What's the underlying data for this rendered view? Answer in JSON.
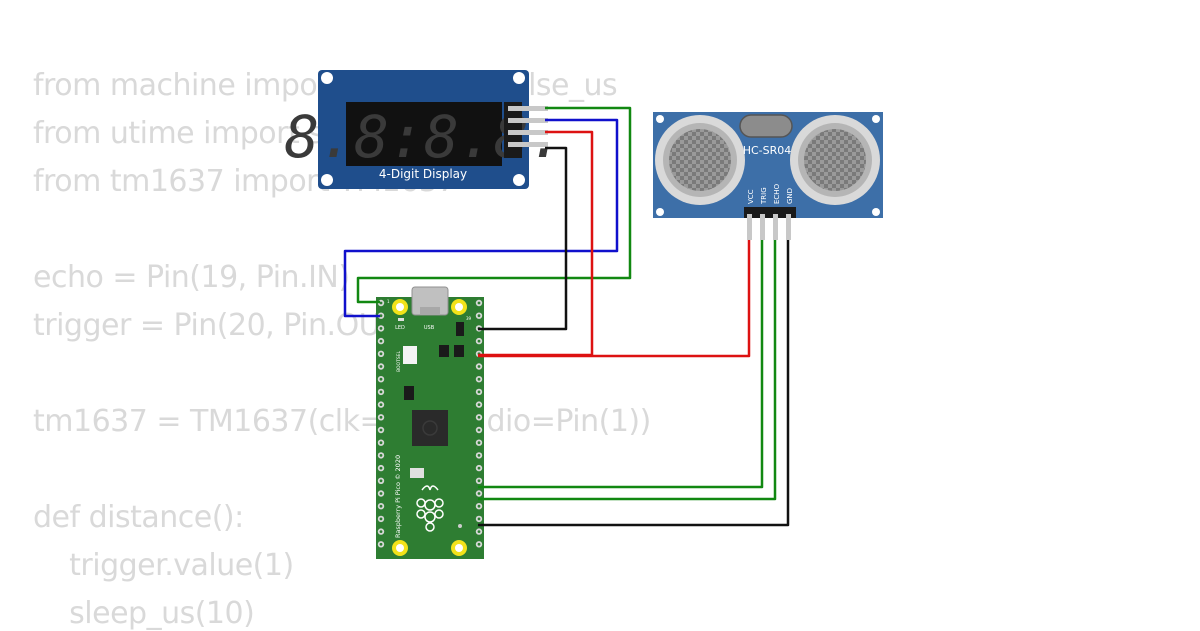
{
  "code_lines": [
    "from machine import Pin, time_pulse_us",
    "from utime import sleep_us",
    "from tm1637 import TM1637",
    "",
    "echo = Pin(19, Pin.IN)",
    "trigger = Pin(20, Pin.OUT)",
    "",
    "tm1637 = TM1637(clk=Pin(0), dio=Pin(1))",
    "",
    "def distance():",
    "    trigger.value(1)",
    "    sleep_us(10)"
  ],
  "display": {
    "label": "4-Digit Display",
    "digits": "8.8:8.8.",
    "color": "#1f4e8c"
  },
  "sensor": {
    "label": "HC-SR04",
    "pins": [
      "VCC",
      "TRIG",
      "ECHO",
      "GND"
    ],
    "color": "#3d6fa8"
  },
  "pico": {
    "name": "Raspberry Pi Pico © 2020",
    "led_label": "LED",
    "usb_label": "USB",
    "bootsel_label": "BOOTSEL",
    "pin_top_left": "1",
    "pin_top_right": "39",
    "color": "#2e7d32"
  },
  "wire_colors": {
    "green": "#118811",
    "blue": "#1010cc",
    "red": "#dd1111",
    "black": "#111111"
  }
}
